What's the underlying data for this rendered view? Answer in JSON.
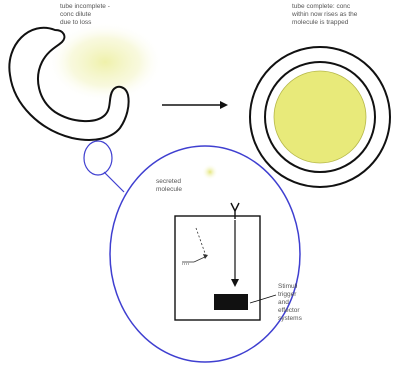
{
  "labels": {
    "tube_incomplete": "tube incomplete -\nconc dilute\ndue to loss",
    "tube_complete": "tube complete: conc\nwithin now rises as the\nmolecule is trapped",
    "secreted_molecule": "secreted\nmolecule",
    "stimuli_systems": "Stimuli\ntrigger\nand\neffector\nsystems"
  },
  "colors": {
    "yellow_fill": "#e8ea7a",
    "glow": "#f3f4b8",
    "outline": "#111111",
    "zoom_circle": "#3f3fd0",
    "label_text": "#555555"
  }
}
